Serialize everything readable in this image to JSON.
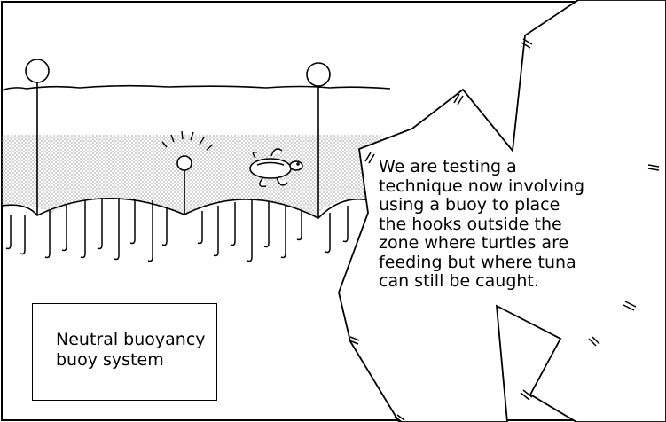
{
  "note": {
    "lines": [
      "We are testing a",
      "technique now involving",
      "using a buoy to place",
      "the hooks outside the",
      "zone where turtles are",
      "feeding but where tuna",
      "can still be caught."
    ]
  },
  "label": {
    "lines": [
      "Neutral buoyancy",
      "buoy system"
    ]
  },
  "colors": {
    "ink": "#000000",
    "paper": "#ffffff",
    "stipple": "#b5b5b5"
  }
}
